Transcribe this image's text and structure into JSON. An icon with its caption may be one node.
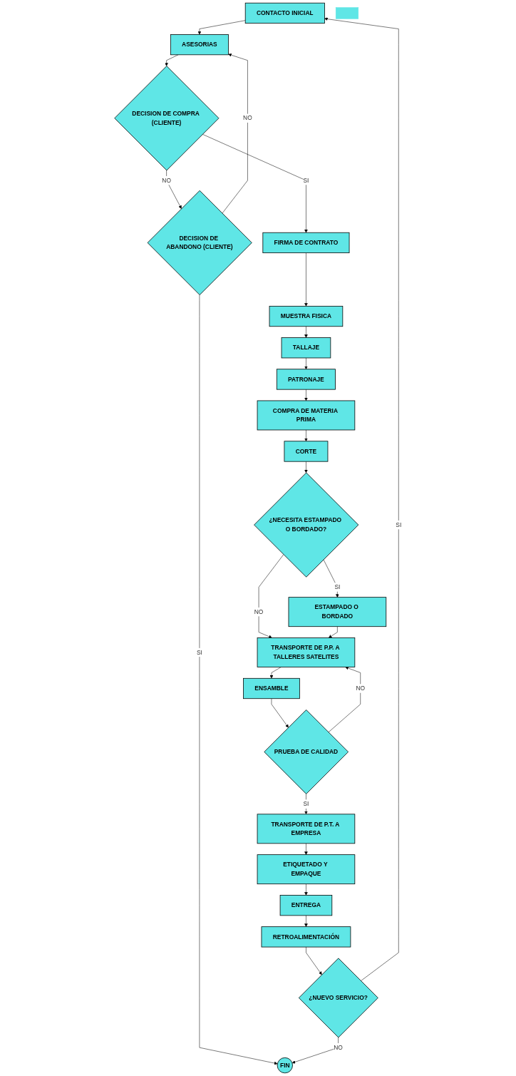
{
  "diagram": {
    "nodes": [
      {
        "text": [
          "CONTACTO INICIAL"
        ]
      },
      {
        "text": [
          "ASESORIAS"
        ]
      },
      {
        "text": [],
        "shape": "box"
      },
      {
        "text": [
          "DECISION DE COMPRA (CLIENTE)"
        ]
      },
      {
        "text": [
          "DECISION DE ABANDONO (CLIENTE)"
        ]
      },
      {
        "text": [
          "FIRMA DE CONTRATO"
        ]
      },
      {
        "text": [
          "MUESTRA FISICA"
        ]
      },
      {
        "text": [
          "TALLAJE"
        ]
      },
      {
        "text": [
          "PATRONAJE"
        ]
      },
      {
        "text": [
          "COMPRA DE MATERIA PRIMA"
        ]
      },
      {
        "text": [
          "CORTE"
        ]
      },
      {
        "text": [
          "¿NECESITA ESTAMPADO O BORDADO?"
        ]
      },
      {
        "text": [
          "ESTAMPADO O BORDADO"
        ]
      },
      {
        "text": [
          "TRANSPORTE DE P.P. A TALLERES SATELITES"
        ]
      },
      {
        "text": [
          "ENSAMBLE"
        ]
      },
      {
        "text": [
          "PRUEBA DE CALIDAD"
        ]
      },
      {
        "text": [
          "TRANSPORTE DE P.T. A EMPRESA"
        ]
      },
      {
        "text": [
          "ETIQUETADO Y EMPAQUE"
        ]
      },
      {
        "text": [
          "ENTREGA"
        ]
      },
      {
        "text": [
          "RETROALIMENTACIÓN"
        ]
      },
      {
        "text": [
          "¿NUEVO SERVICIO?"
        ]
      },
      {
        "text": [
          "FIN"
        ]
      }
    ],
    "edges": [
      {
        "from": 0,
        "to": 1,
        "arrow": "to"
      },
      {
        "from": 1,
        "to": 3,
        "arrow": "to"
      },
      {
        "from": 3,
        "to": 4,
        "arrow": "to",
        "label": "NO"
      },
      {
        "from": 4,
        "to": 1,
        "arrow": "to",
        "label": "NO"
      },
      {
        "from": 4,
        "to": 21,
        "arrow": "to",
        "label": "SI"
      },
      {
        "from": 3,
        "to": 5,
        "arrow": "to",
        "label": "SI"
      },
      {
        "from": 5,
        "to": 6,
        "arrow": "to"
      },
      {
        "from": 6,
        "to": 7,
        "arrow": "to"
      },
      {
        "from": 7,
        "to": 8,
        "arrow": "to"
      },
      {
        "from": 8,
        "to": 9,
        "arrow": "to"
      },
      {
        "from": 9,
        "to": 10,
        "arrow": "to"
      },
      {
        "from": 10,
        "to": 11,
        "arrow": "to"
      },
      {
        "from": 11,
        "to": 12,
        "arrow": "to",
        "label": "SI"
      },
      {
        "from": 11,
        "to": 13,
        "arrow": "to",
        "label": "NO"
      },
      {
        "from": 12,
        "to": 13,
        "arrow": "to"
      },
      {
        "from": 13,
        "to": 14,
        "arrow": "to"
      },
      {
        "from": 14,
        "to": 15,
        "arrow": "to"
      },
      {
        "from": 15,
        "to": 13,
        "arrow": "to",
        "label": "NO"
      },
      {
        "from": 15,
        "to": 16,
        "arrow": "to",
        "label": "SI"
      },
      {
        "from": 16,
        "to": 17,
        "arrow": "to"
      },
      {
        "from": 17,
        "to": 18,
        "arrow": "to"
      },
      {
        "from": 18,
        "to": 19,
        "arrow": "to"
      },
      {
        "from": 19,
        "to": 20,
        "arrow": "to"
      },
      {
        "from": 20,
        "to": 0,
        "arrow": "to",
        "label": "SI"
      },
      {
        "from": 20,
        "to": 21,
        "arrow": "to",
        "label": "NO"
      }
    ]
  }
}
